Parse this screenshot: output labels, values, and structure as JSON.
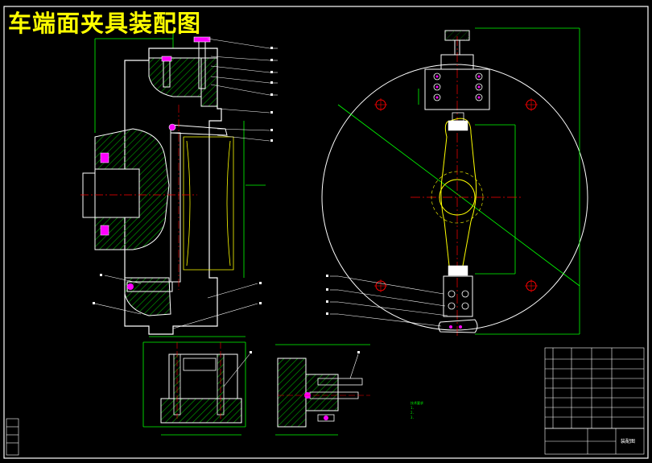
{
  "title": "车端面夹具装配图",
  "colors": {
    "background": "#000000",
    "outline": "#ffffff",
    "center_line": "#ff0000",
    "dimension": "#00ff00",
    "hatch": "#00aa00",
    "hidden": "#ffff00",
    "leader": "#ffffff",
    "title_color": "#ffff00"
  },
  "notes_heading": "技术要求",
  "notes": [
    "1.",
    "2.",
    "3."
  ],
  "title_block": {
    "drawing_name": "装配图"
  }
}
